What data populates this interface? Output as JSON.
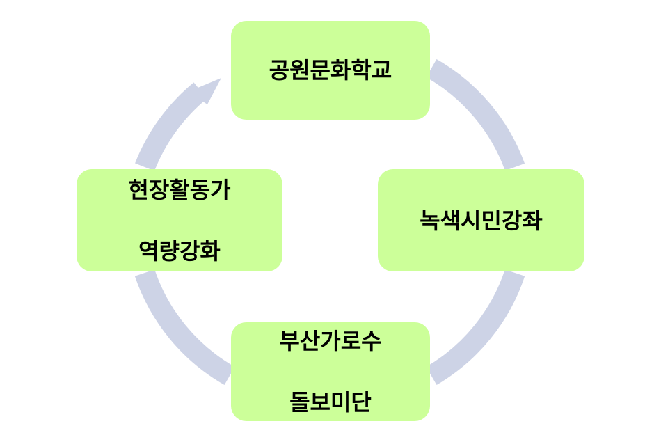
{
  "diagram": {
    "type": "cycle",
    "colors": {
      "node_fill": "#ccff99",
      "ring": "#cdd3e6",
      "text": "#000000"
    },
    "nodes": [
      {
        "id": "top",
        "lines": [
          "공원문화학교"
        ]
      },
      {
        "id": "right",
        "lines": [
          "녹색시민강좌"
        ]
      },
      {
        "id": "bottom",
        "lines": [
          "부산가로수",
          "돌보미단"
        ]
      },
      {
        "id": "left",
        "lines": [
          "현장활동가",
          "역량강화"
        ]
      }
    ]
  }
}
